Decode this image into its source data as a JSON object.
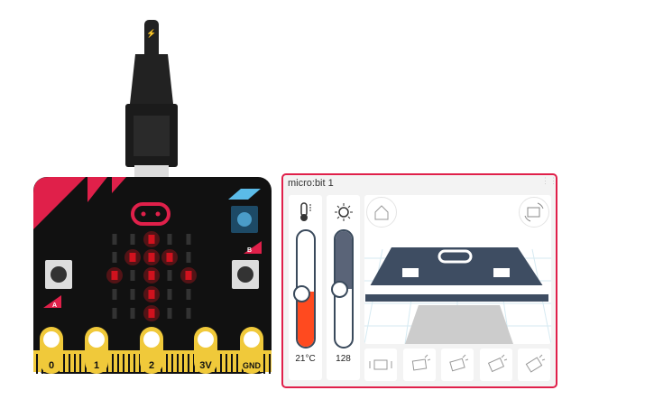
{
  "board": {
    "pins": [
      "0",
      "1",
      "2",
      "3V",
      "GND"
    ],
    "button_a_label": "A",
    "button_b_label": "B",
    "led_matrix": [
      [
        0,
        0,
        1,
        0,
        0
      ],
      [
        0,
        1,
        1,
        1,
        0
      ],
      [
        1,
        0,
        1,
        0,
        1
      ],
      [
        0,
        0,
        1,
        0,
        0
      ],
      [
        0,
        0,
        1,
        0,
        0
      ]
    ],
    "colors": {
      "board": "#111111",
      "accent": "#e0204a",
      "led_on": "#ee1c24",
      "pins": "#f0c93a"
    }
  },
  "panel": {
    "title": "micro:bit 1",
    "temperature": {
      "value_label": "21°C",
      "level_percent": 48,
      "icon": "thermometer-icon"
    },
    "light": {
      "value_label": "128",
      "level_percent": 50,
      "icon": "sun-icon"
    },
    "view_buttons": [
      "home-icon",
      "rotate-icon"
    ],
    "gestures": [
      "shake-icon",
      "free-fall-icon",
      "tilt-icon",
      "tilt-more-icon",
      "tilt-most-icon"
    ]
  }
}
